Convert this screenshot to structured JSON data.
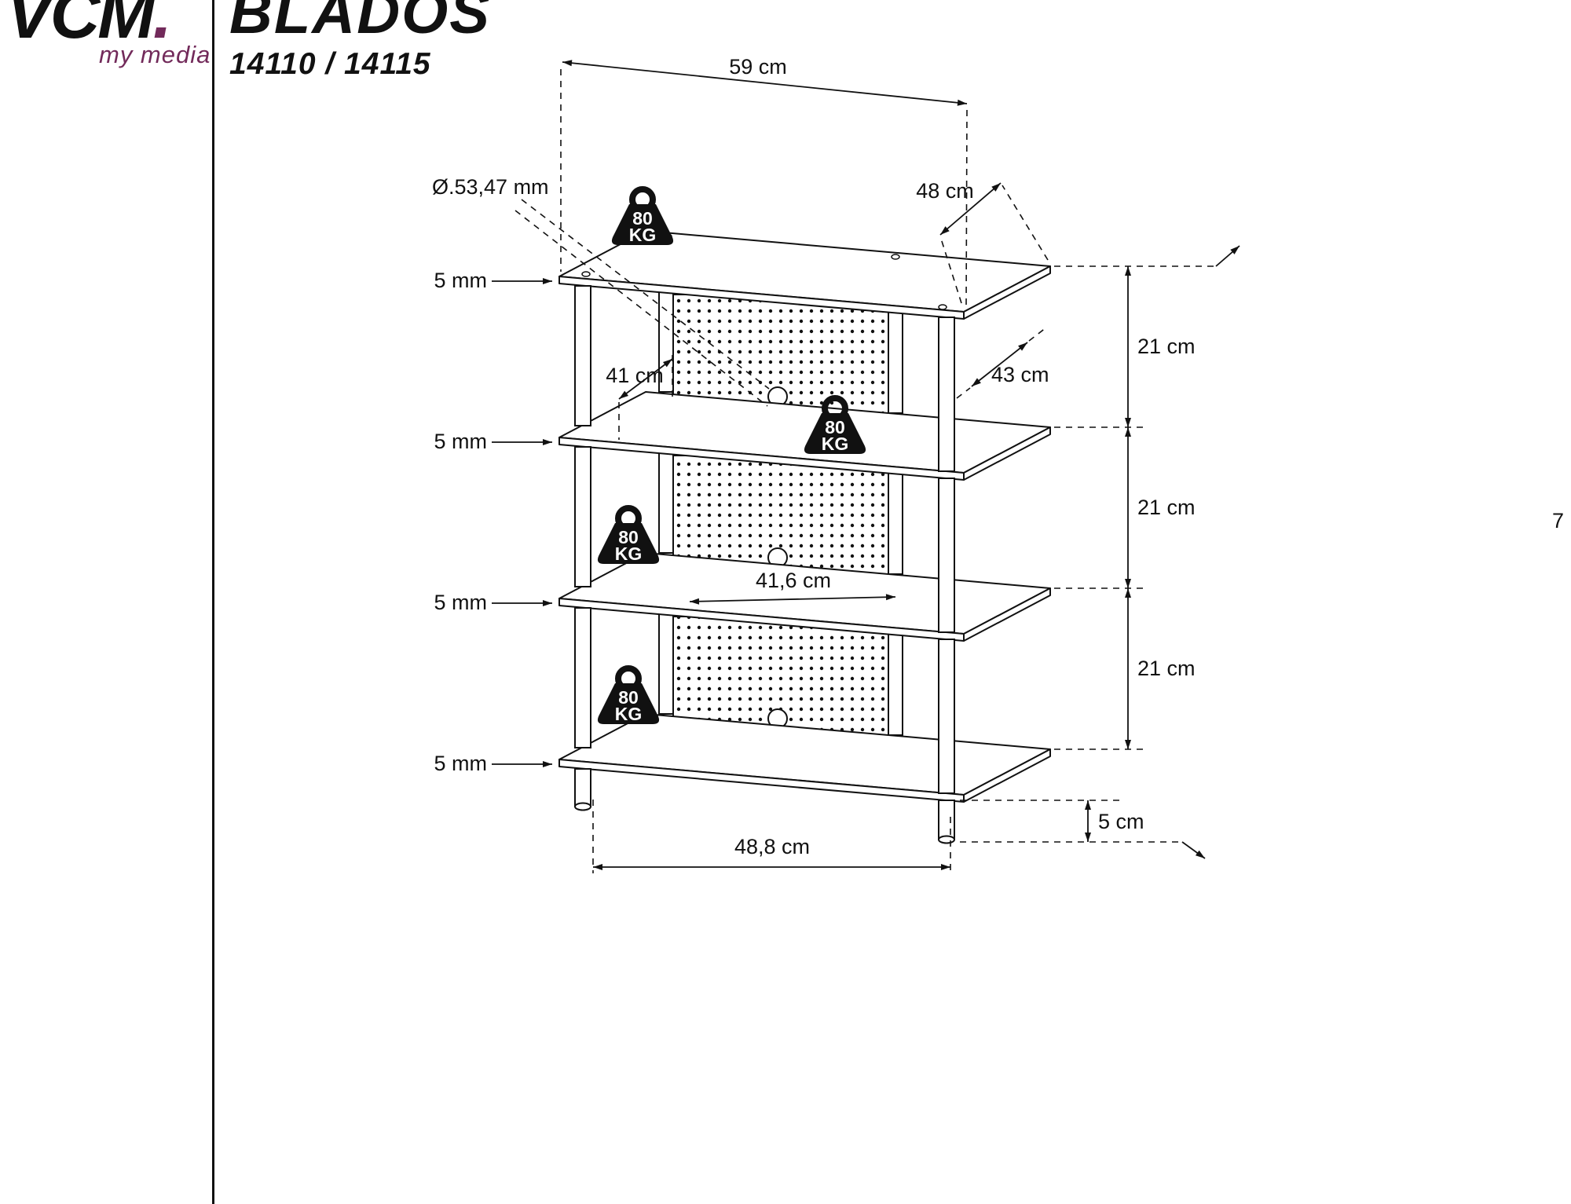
{
  "brand": {
    "name": "VCM",
    "dot": ".",
    "tagline": "my media",
    "accent_color": "#722a5a"
  },
  "product": {
    "title": "BLADOS",
    "models": "14110 / 14115"
  },
  "diagram": {
    "type": "furniture-dimension-drawing",
    "shelf_count": 4,
    "weight_badge": {
      "value": "80",
      "unit": "KG"
    },
    "dimensions": {
      "top_width": "59 cm",
      "top_depth": "48 cm",
      "hole_diameter": "Ø.53,47 mm",
      "shelf_thickness": [
        "5 mm",
        "5 mm",
        "5 mm",
        "5 mm"
      ],
      "pole_inner_depth": "41 cm",
      "side_depth": "43 cm",
      "shelf_spacing": [
        "21 cm",
        "21 cm",
        "21 cm"
      ],
      "panel_width": "41,6 cm",
      "bottom_width": "48,8 cm",
      "foot_height": "5 cm",
      "height_partial": "7"
    }
  }
}
